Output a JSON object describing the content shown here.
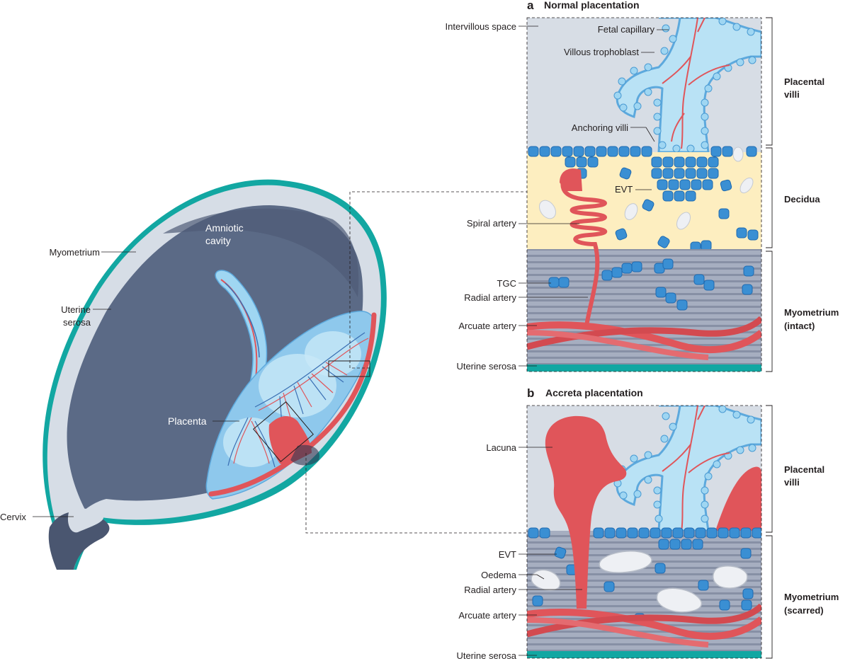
{
  "overview": {
    "labels": {
      "myometrium": "Myometrium",
      "uterine_serosa_line1": "Uterine",
      "uterine_serosa_line2": "serosa",
      "amniotic_line1": "Amniotic",
      "amniotic_line2": "cavity",
      "placenta": "Placenta",
      "cervix": "Cervix"
    }
  },
  "panel_a": {
    "letter": "a",
    "title": "Normal placentation",
    "labels": {
      "intervillous_space": "Intervillous space",
      "fetal_capillary": "Fetal capillary",
      "villous_trophoblast": "Villous trophoblast",
      "anchoring_villi": "Anchoring villi",
      "evt": "EVT",
      "spiral_artery": "Spiral artery",
      "tgc": "TGC",
      "radial_artery": "Radial artery",
      "arcuate_artery": "Arcuate artery",
      "uterine_serosa": "Uterine serosa"
    },
    "brackets": {
      "placental_villi_1": "Placental",
      "placental_villi_2": "villi",
      "decidua": "Decidua",
      "myometrium_1": "Myometrium",
      "myometrium_2": "(intact)"
    }
  },
  "panel_b": {
    "letter": "b",
    "title": "Accreta placentation",
    "labels": {
      "lacuna": "Lacuna",
      "evt": "EVT",
      "oedema": "Oedema",
      "radial_artery": "Radial artery",
      "arcuate_artery": "Arcuate artery",
      "uterine_serosa": "Uterine serosa"
    },
    "brackets": {
      "placental_villi_1": "Placental",
      "placental_villi_2": "villi",
      "myometrium_1": "Myometrium",
      "myometrium_2": "(scarred)"
    }
  },
  "colors": {
    "serosa_teal": "#12a7a2",
    "myometrium": "#d6dde6",
    "cavity": "#5b6a86",
    "artery_red": "#e0555a",
    "evt_blue": "#3a8fd3",
    "villi_light_blue": "#9fd6f2",
    "decidua_yellow": "#fdeec0",
    "intervillous_grey": "#d7dde5",
    "myometrium_stripe": "#8d97ab"
  }
}
